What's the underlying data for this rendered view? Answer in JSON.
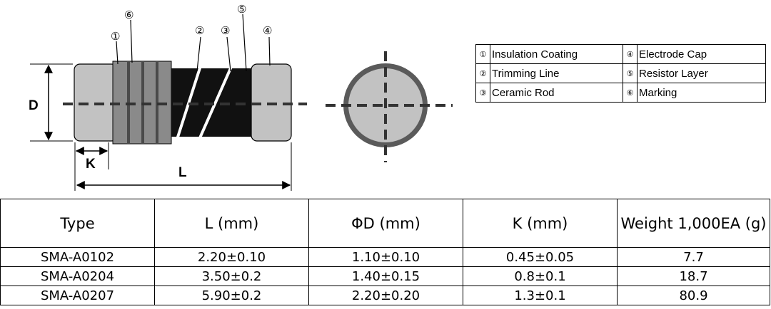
{
  "diagram": {
    "dimension_labels": {
      "d": "D",
      "k": "K",
      "l": "L"
    },
    "callouts": [
      {
        "id": "callout-1",
        "glyph": "①"
      },
      {
        "id": "callout-6",
        "glyph": "⑥"
      },
      {
        "id": "callout-2",
        "glyph": "②"
      },
      {
        "id": "callout-3",
        "glyph": "③"
      },
      {
        "id": "callout-5",
        "glyph": "⑤"
      },
      {
        "id": "callout-4",
        "glyph": "④"
      }
    ]
  },
  "legend": {
    "rows": [
      {
        "num_a": "①",
        "text_a": "Insulation Coating",
        "num_b": "④",
        "text_b": "Electrode Cap"
      },
      {
        "num_a": "②",
        "text_a": "Trimming Line",
        "num_b": "⑤",
        "text_b": "Resistor Layer"
      },
      {
        "num_a": "③",
        "text_a": "Ceramic Rod",
        "num_b": "⑥",
        "text_b": "Marking"
      }
    ]
  },
  "spec_table": {
    "headers": [
      "Type",
      "L (mm)",
      "ΦD (mm)",
      "K (mm)",
      "Weight 1,000EA (g)"
    ],
    "rows": [
      [
        "SMA-A0102",
        "2.20±0.10",
        "1.10±0.10",
        "0.45±0.05",
        "7.7"
      ],
      [
        "SMA-A0204",
        "3.50±0.2",
        "1.40±0.15",
        "0.8±0.1",
        "18.7"
      ],
      [
        "SMA-A0207",
        "5.90±0.2",
        "2.20±0.20",
        "1.3±0.1",
        "80.9"
      ]
    ]
  }
}
